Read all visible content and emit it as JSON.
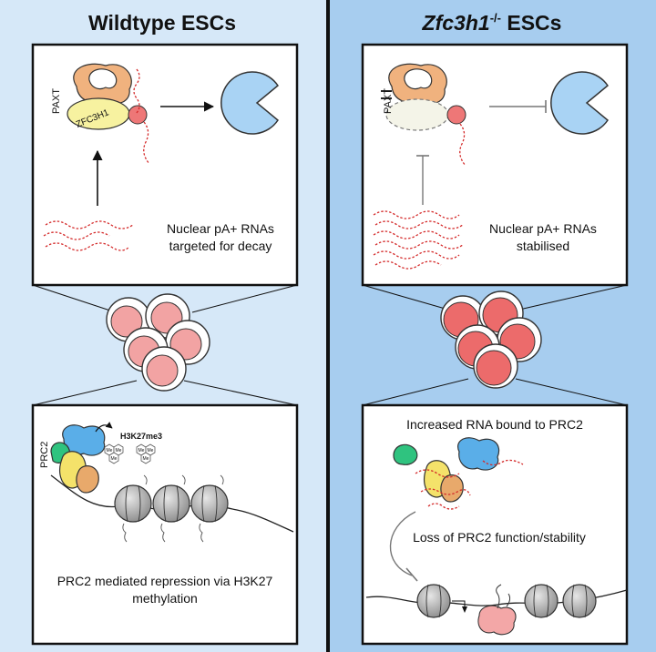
{
  "left_panel": {
    "title": "Wildtype ESCs",
    "top_box": {
      "complex_label": "PAXT",
      "factor_label": "ZFC3H1",
      "rna_caption_line1": "Nuclear pA+ RNAs",
      "rna_caption_line2": "targeted for decay"
    },
    "bottom_box": {
      "complex_label": "PRC2",
      "mark_label": "H3K27me3",
      "methyl_label": "Me",
      "caption_line1": "PRC2 mediated repression via H3K27",
      "caption_line2": "methylation"
    }
  },
  "right_panel": {
    "title_gene": "Zfc3h1",
    "title_superscript": "-/-",
    "title_rest": " ESCs",
    "top_box": {
      "complex_label": "PAXT",
      "rna_caption_line1": "Nuclear pA+ RNAs",
      "rna_caption_line2": "stabilised"
    },
    "bottom_box": {
      "caption_top": "Increased RNA bound to PRC2",
      "caption_middle": "Loss of PRC2 function/stability"
    }
  },
  "colors": {
    "left_bg": "#d6e8f8",
    "right_bg": "#a7cdef",
    "rna": "#d42a2a",
    "decay_enzyme": "#a9d3f4",
    "cell_pink": "#f2a3a3",
    "cell_red": "#ec6b6b",
    "prc2_blue": "#5aaee8",
    "prc2_green": "#2fc37f",
    "prc2_yellow": "#f4e26a",
    "prc2_orange": "#e8a96b"
  }
}
